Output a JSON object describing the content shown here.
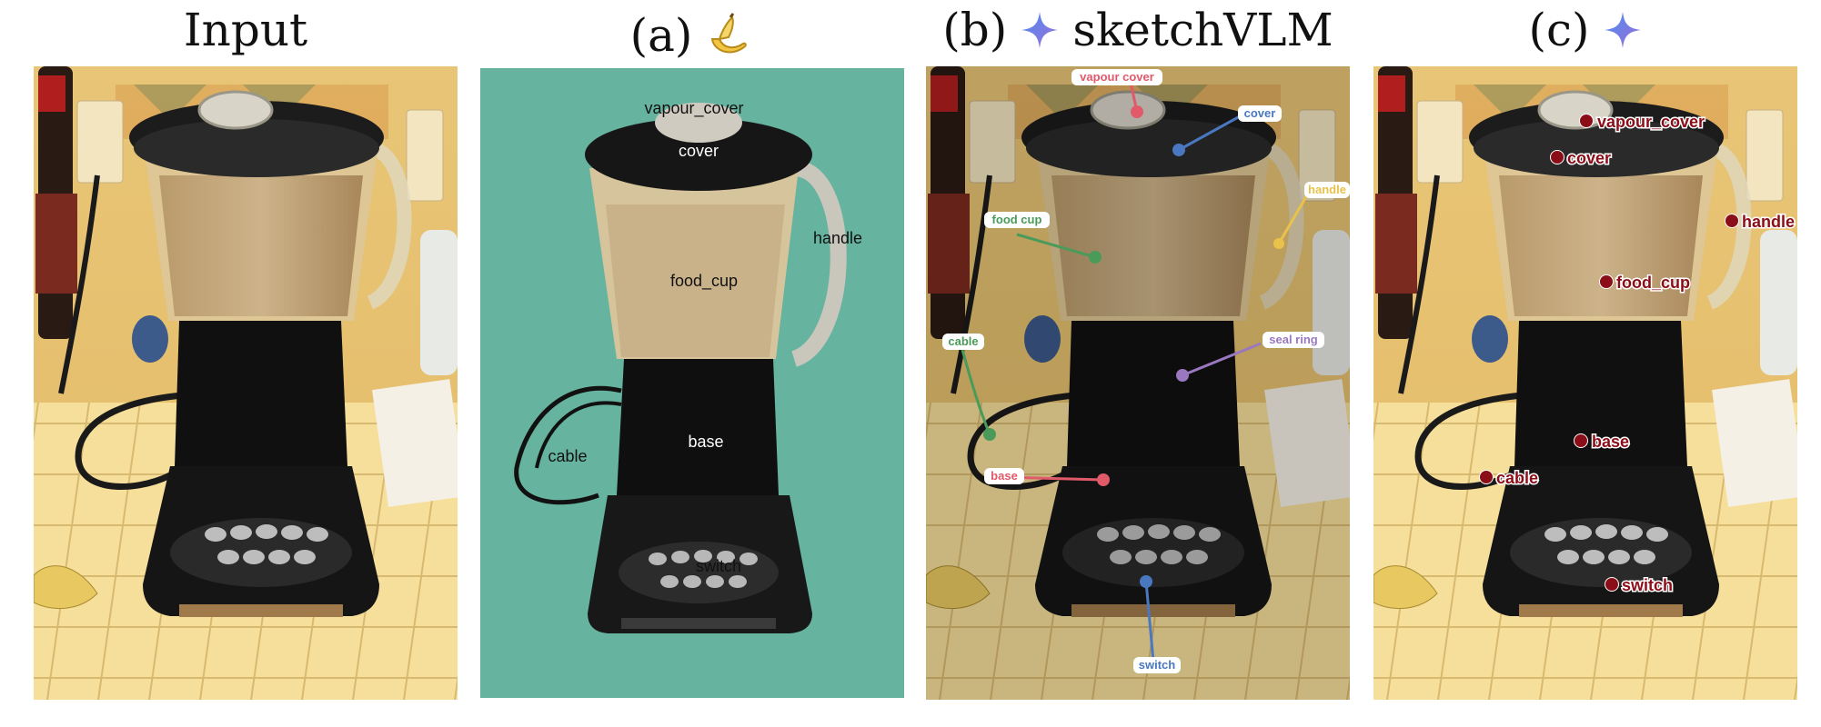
{
  "columns": [
    {
      "title": "Input",
      "marker": ""
    },
    {
      "title": "(a)",
      "marker": "banana-icon"
    },
    {
      "title": "(b)",
      "marker": "sparkle-icon",
      "suffix": "sketchVLM"
    },
    {
      "title": "(c)",
      "marker": "sparkle-icon"
    }
  ],
  "panel_a_labels": {
    "vapour_cover": "vapour_cover",
    "cover": "cover",
    "handle": "handle",
    "food_cup": "food_cup",
    "base": "base",
    "cable": "cable",
    "switch": "switch"
  },
  "panel_b_labels": {
    "vapour_cover": "vapour cover",
    "cover": "cover",
    "handle": "handle",
    "food_cup": "food cup",
    "cable": "cable",
    "seal_ring": "seal ring",
    "base": "base",
    "switch": "switch"
  },
  "panel_c_labels": {
    "vapour_cover": "vapour_cover",
    "cover": "cover",
    "handle": "handle",
    "food_cup": "food_cup",
    "base": "base",
    "cable": "cable",
    "switch": "switch"
  },
  "colors": {
    "teal_bg": "#66b39f",
    "b_red": "#e05a6a",
    "b_blue": "#4a78c0",
    "b_green": "#4a9a5a",
    "b_yellow": "#e8c24a",
    "b_purple": "#9a78c0",
    "c_red": "#8b0d18"
  }
}
